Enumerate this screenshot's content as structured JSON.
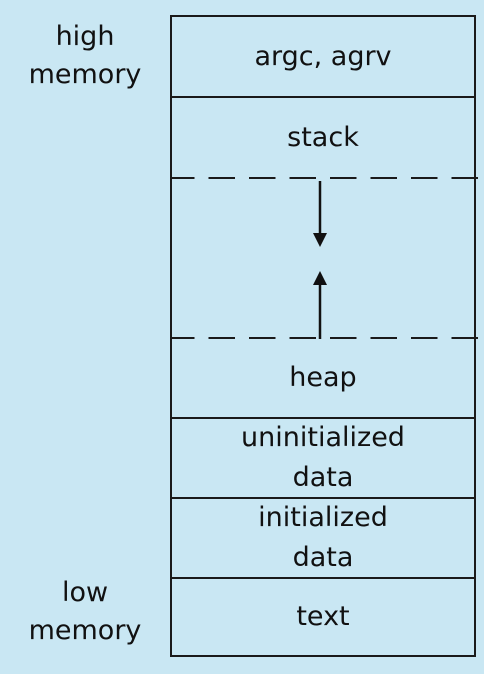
{
  "labels": {
    "high": [
      "high",
      "memory"
    ],
    "low": [
      "low",
      "memory"
    ]
  },
  "segments": {
    "args": "argc, agrv",
    "stack": "stack",
    "heap": "heap",
    "uninitialized": [
      "uninitialized",
      "data"
    ],
    "initialized": [
      "initialized",
      "data"
    ],
    "text": "text"
  }
}
